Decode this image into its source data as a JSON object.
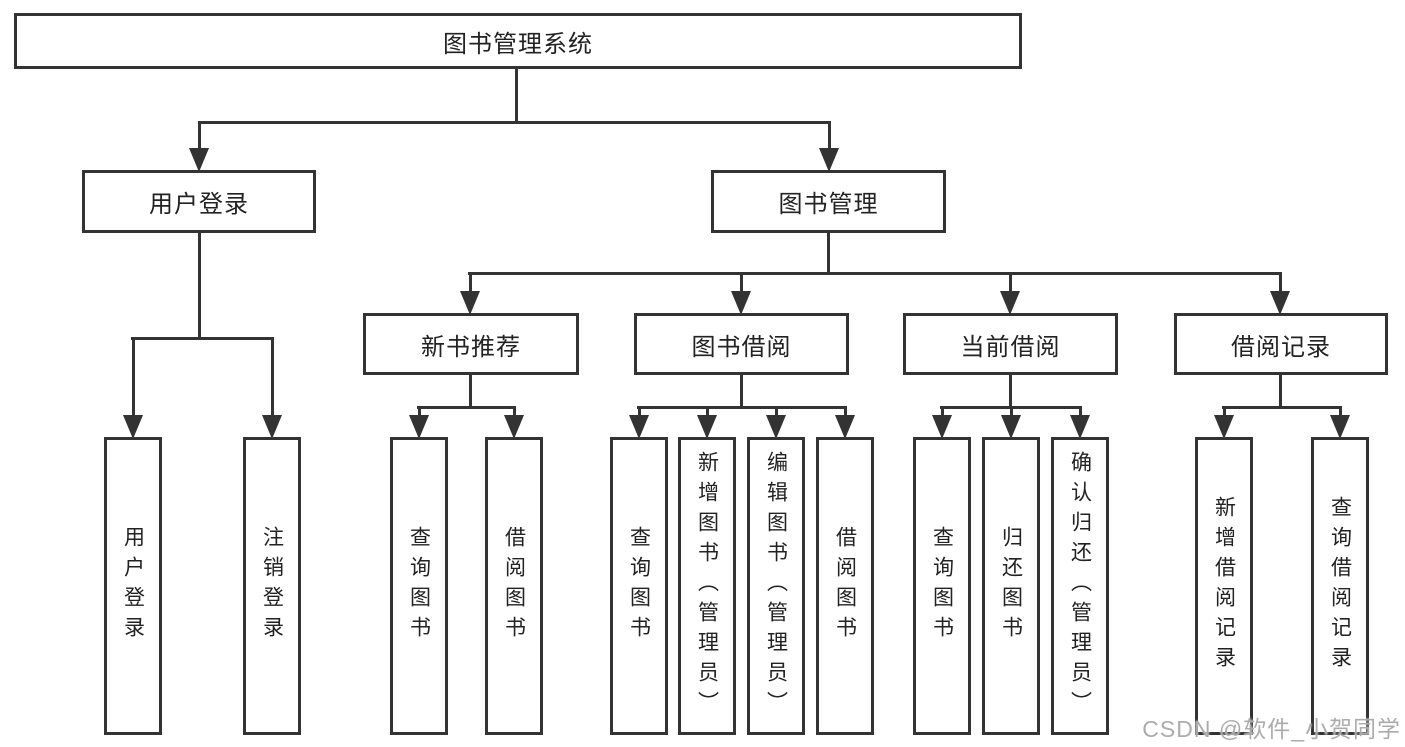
{
  "diagram": {
    "root": {
      "label": "图书管理系统"
    },
    "branches": [
      {
        "label": "用户登录",
        "children": [
          "用户登录",
          "注销登录"
        ]
      },
      {
        "label": "图书管理",
        "sections": [
          {
            "label": "新书推荐",
            "children": [
              "查询图书",
              "借阅图书"
            ]
          },
          {
            "label": "图书借阅",
            "children": [
              "查询图书",
              "新增图书（管理员）",
              "编辑图书（管理员）",
              "借阅图书"
            ]
          },
          {
            "label": "当前借阅",
            "children": [
              "查询图书",
              "归还图书",
              "确认归还（管理员）"
            ]
          },
          {
            "label": "借阅记录",
            "children": [
              "新增借阅记录",
              "查询借阅记录"
            ]
          }
        ]
      }
    ]
  },
  "watermark": {
    "text": "CSDN @软件_小贺同学"
  }
}
